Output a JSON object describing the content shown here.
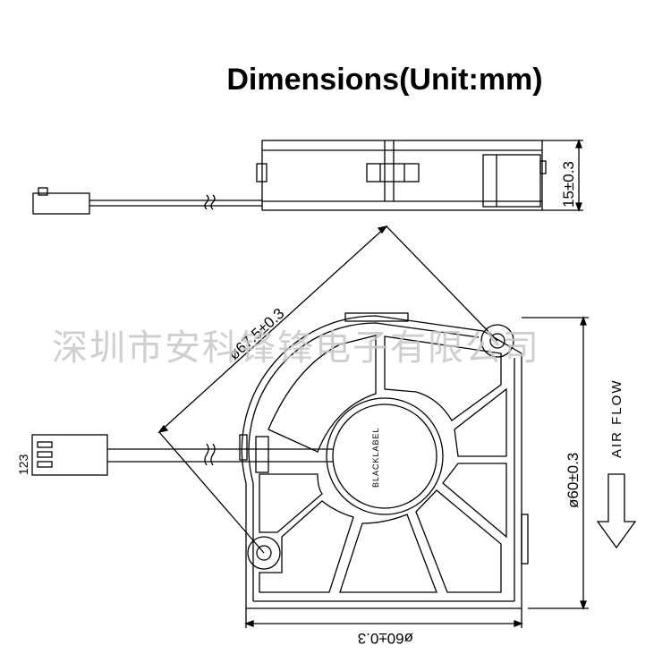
{
  "title": "Dimensions(Unit:mm)",
  "watermark": "深圳市安科锋锋电子有限公司",
  "dimensions": {
    "height": "15±0.3",
    "diagonal": "ø67.5±0.3",
    "vertical": "ø60±0.3",
    "horizontal": "ø60±0.3"
  },
  "hub_label": "BLACKLABEL",
  "airflow_label": "AIR FLOW",
  "connector_pins": "123",
  "colors": {
    "line": "#000000",
    "watermark": "#c7c7c7"
  }
}
